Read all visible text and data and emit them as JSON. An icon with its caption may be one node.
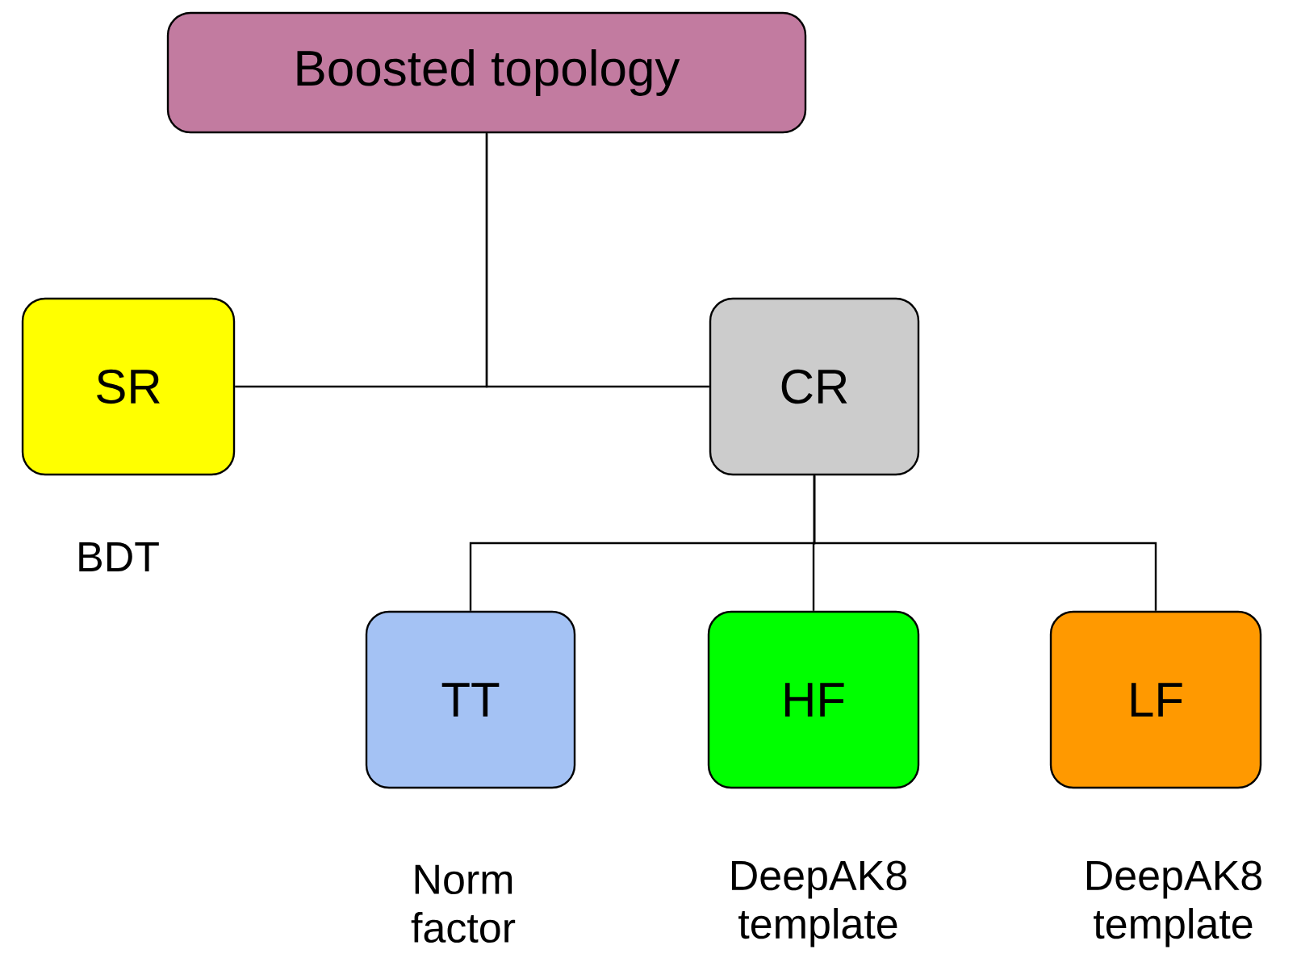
{
  "diagram": {
    "nodes": [
      {
        "text": [
          "Boosted topology"
        ]
      },
      {
        "text": [
          "SR"
        ],
        "beside": [
          "BDT"
        ]
      },
      {
        "text": [
          "CR"
        ]
      },
      {
        "text": [
          "TT"
        ],
        "beside": [
          "Norm factor"
        ]
      },
      {
        "text": [
          "HF"
        ],
        "beside": [
          "DeepAK8 template"
        ]
      },
      {
        "text": [
          "LF"
        ],
        "beside": [
          "DeepAK8 template"
        ]
      }
    ],
    "edges": [
      {
        "from": 0,
        "to": 1,
        "arrow": "none"
      },
      {
        "from": 0,
        "to": 2,
        "arrow": "none"
      },
      {
        "from": 2,
        "to": 3,
        "arrow": "none"
      },
      {
        "from": 2,
        "to": 4,
        "arrow": "none"
      },
      {
        "from": 2,
        "to": 5,
        "arrow": "none"
      }
    ]
  }
}
